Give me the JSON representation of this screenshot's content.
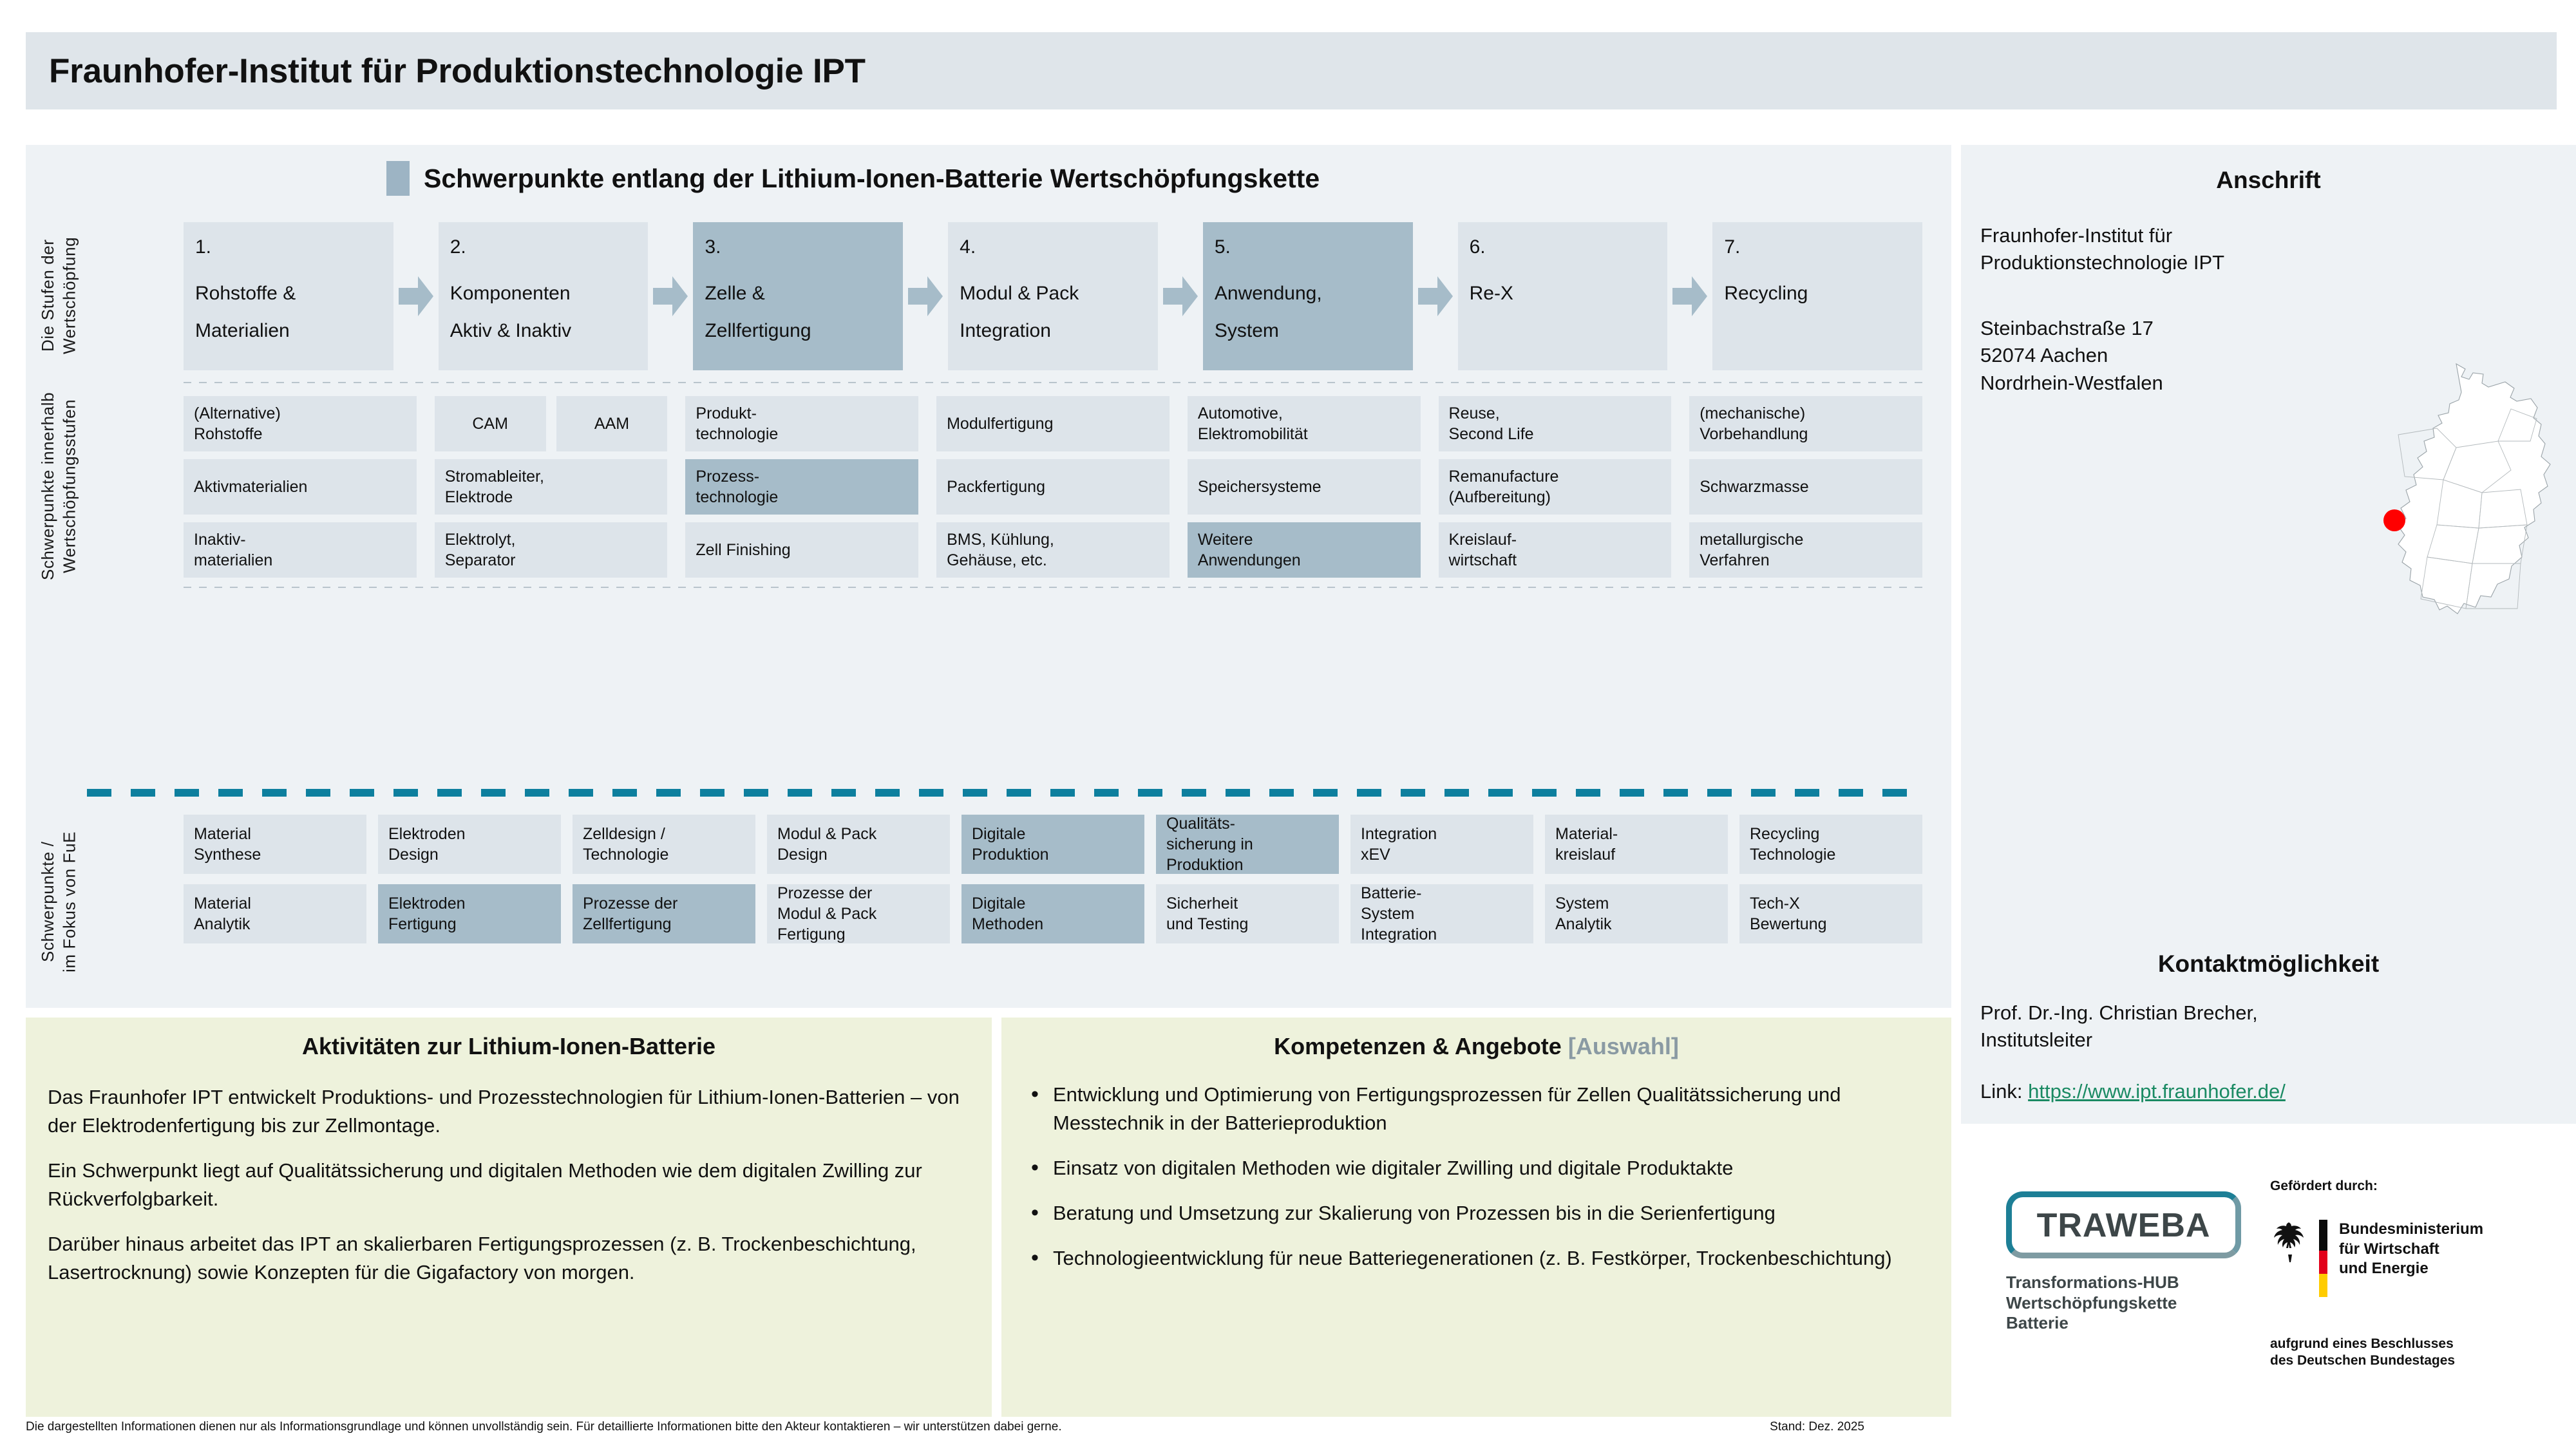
{
  "header": {
    "title": "Fraunhofer-Institut für Produktionstechnologie IPT"
  },
  "panel": {
    "heading": "Schwerpunkte entlang der Lithium-Ionen-Batterie Wertschöpfungskette",
    "axis_labels": {
      "stages": "Die Stufen der\nWertschöpfung",
      "focus_within": "Schwerpunkte innerhalb\nWertschöpfungsstufen",
      "rnd_focus": "Schwerpunkte /\nim Fokus  von FuE"
    },
    "stages": [
      {
        "num": "1.",
        "line1": "Rohstoffe &",
        "line2": "Materialien",
        "highlighted": false
      },
      {
        "num": "2.",
        "line1": "Komponenten",
        "line2": "Aktiv & Inaktiv",
        "highlighted": false
      },
      {
        "num": "3.",
        "line1": "Zelle &",
        "line2": "Zellfertigung",
        "highlighted": true
      },
      {
        "num": "4.",
        "line1": "Modul & Pack",
        "line2": "Integration",
        "highlighted": false
      },
      {
        "num": "5.",
        "line1": "Anwendung,",
        "line2": "System",
        "highlighted": true
      },
      {
        "num": "6.",
        "line1": "Re-X",
        "line2": "",
        "highlighted": false
      },
      {
        "num": "7.",
        "line1": "Recycling",
        "line2": "",
        "highlighted": false
      }
    ],
    "focus_rows": [
      [
        {
          "label": "(Alternative)\nRohstoffe",
          "highlighted": false
        },
        {
          "label": "CAM",
          "highlighted": false,
          "split": true
        },
        {
          "label": "AAM",
          "highlighted": false,
          "split": true
        },
        {
          "label": "Produkt-\ntechnologie",
          "highlighted": false
        },
        {
          "label": "Modulfertigung",
          "highlighted": false
        },
        {
          "label": "Automotive,\nElektromobilität",
          "highlighted": false
        },
        {
          "label": "Reuse,\nSecond Life",
          "highlighted": false
        },
        {
          "label": "(mechanische)\nVorbehandlung",
          "highlighted": false
        }
      ],
      [
        {
          "label": "Aktivmaterialien",
          "highlighted": false
        },
        {
          "label": "Stromableiter,\nElektrode",
          "highlighted": false
        },
        {
          "label": "Prozess-\ntechnologie",
          "highlighted": true
        },
        {
          "label": "Packfertigung",
          "highlighted": false
        },
        {
          "label": "Speichersysteme",
          "highlighted": false
        },
        {
          "label": "Remanufacture\n(Aufbereitung)",
          "highlighted": false
        },
        {
          "label": "Schwarzmasse",
          "highlighted": false
        }
      ],
      [
        {
          "label": "Inaktiv-\nmaterialien",
          "highlighted": false
        },
        {
          "label": "Elektrolyt,\nSeparator",
          "highlighted": false
        },
        {
          "label": "Zell Finishing",
          "highlighted": false
        },
        {
          "label": "BMS, Kühlung,\nGehäuse, etc.",
          "highlighted": false
        },
        {
          "label": "Weitere\nAnwendungen",
          "highlighted": true
        },
        {
          "label": "Kreislauf-\nwirtschaft",
          "highlighted": false
        },
        {
          "label": "metallurgische\nVerfahren",
          "highlighted": false
        }
      ]
    ],
    "rnd_rows": [
      [
        {
          "label": "Material\nSynthese",
          "highlighted": false
        },
        {
          "label": "Elektroden\nDesign",
          "highlighted": false
        },
        {
          "label": "Zelldesign /\nTechnologie",
          "highlighted": false
        },
        {
          "label": "Modul & Pack\nDesign",
          "highlighted": false
        },
        {
          "label": "Digitale\nProduktion",
          "highlighted": true
        },
        {
          "label": "Qualitäts-\nsicherung in\nProduktion",
          "highlighted": true
        },
        {
          "label": "Integration\nxEV",
          "highlighted": false
        },
        {
          "label": "Material-\nkreislauf",
          "highlighted": false
        },
        {
          "label": "Recycling\nTechnologie",
          "highlighted": false
        }
      ],
      [
        {
          "label": "Material\nAnalytik",
          "highlighted": false
        },
        {
          "label": "Elektroden\nFertigung",
          "highlighted": true
        },
        {
          "label": "Prozesse der\nZellfertigung",
          "highlighted": true
        },
        {
          "label": "Prozesse der\nModul & Pack\nFertigung",
          "highlighted": false
        },
        {
          "label": "Digitale\nMethoden",
          "highlighted": true
        },
        {
          "label": "Sicherheit\nund Testing",
          "highlighted": false
        },
        {
          "label": "Batterie-\nSystem\nIntegration",
          "highlighted": false
        },
        {
          "label": "System\nAnalytik",
          "highlighted": false
        },
        {
          "label": "Tech-X\nBewertung",
          "highlighted": false
        }
      ]
    ]
  },
  "activities": {
    "title": "Aktivitäten zur Lithium-Ionen-Batterie",
    "paragraphs": [
      "Das Fraunhofer IPT entwickelt Produktions- und Prozesstechnologien für Lithium-Ionen-Batterien – von der Elektrodenfertigung bis zur Zellmontage.",
      "Ein Schwerpunkt liegt auf Qualitätssicherung und digitalen Methoden wie dem digitalen Zwilling zur Rückverfolgbarkeit.",
      "Darüber hinaus arbeitet das IPT an skalierbaren Fertigungsprozessen   (z. B. Trockenbeschichtung, Lasertrocknung) sowie Konzepten für die Gigafactory von morgen."
    ]
  },
  "competences": {
    "title": "Kompetenzen & Angebote ",
    "title_suffix": "[Auswahl]",
    "items": [
      "Entwicklung und Optimierung von Fertigungsprozessen für Zellen Qualitätssicherung und Messtechnik in der Batterieproduktion",
      "Einsatz von digitalen Methoden wie digitaler Zwilling und digitale Produktakte",
      "Beratung und Umsetzung zur Skalierung von Prozessen bis in die Serienfertigung",
      "Technologieentwicklung für neue Batteriegenerationen (z. B. Festkörper, Trockenbeschichtung)"
    ]
  },
  "sidebar": {
    "address_title": "Anschrift",
    "address_org": "Fraunhofer-Institut für\nProduktionstechnologie IPT",
    "address_lines": "Steinbachstraße 17\n52074 Aachen\nNordrhein-Westfalen",
    "contact_title": "Kontaktmöglichkeit",
    "contact_person": "Prof. Dr.-Ing. Christian Brecher,\nInstitutsleiter",
    "link_label": "Link: ",
    "link_url": "https://www.ipt.fraunhofer.de/"
  },
  "logos": {
    "traweba_name": "TRAWEBA",
    "traweba_sub": "Transformations-HUB\nWertschöpfungskette\nBatterie",
    "funded_by": "Gefördert durch:",
    "ministry": "Bundesministerium\nfür Wirtschaft\nund Energie",
    "resolution_note": "aufgrund eines Beschlusses\ndes Deutschen Bundestages"
  },
  "footer": {
    "disclaimer": "Die dargestellten Informationen dienen nur als Informationsgrundlage und können unvollständig sein. Für detaillierte Informationen bitte den Akteur kontaktieren – wir unterstützen dabei gerne.",
    "stand": "Stand: Dez. 2025"
  },
  "colors": {
    "accent": "#a6bcc9",
    "panel_bg": "#eef2f5",
    "cell_bg": "#dde4ea",
    "teal": "#0d7f9e",
    "beige": "#eef2dc",
    "link": "#1a8a63",
    "marker": "#ff0000"
  }
}
